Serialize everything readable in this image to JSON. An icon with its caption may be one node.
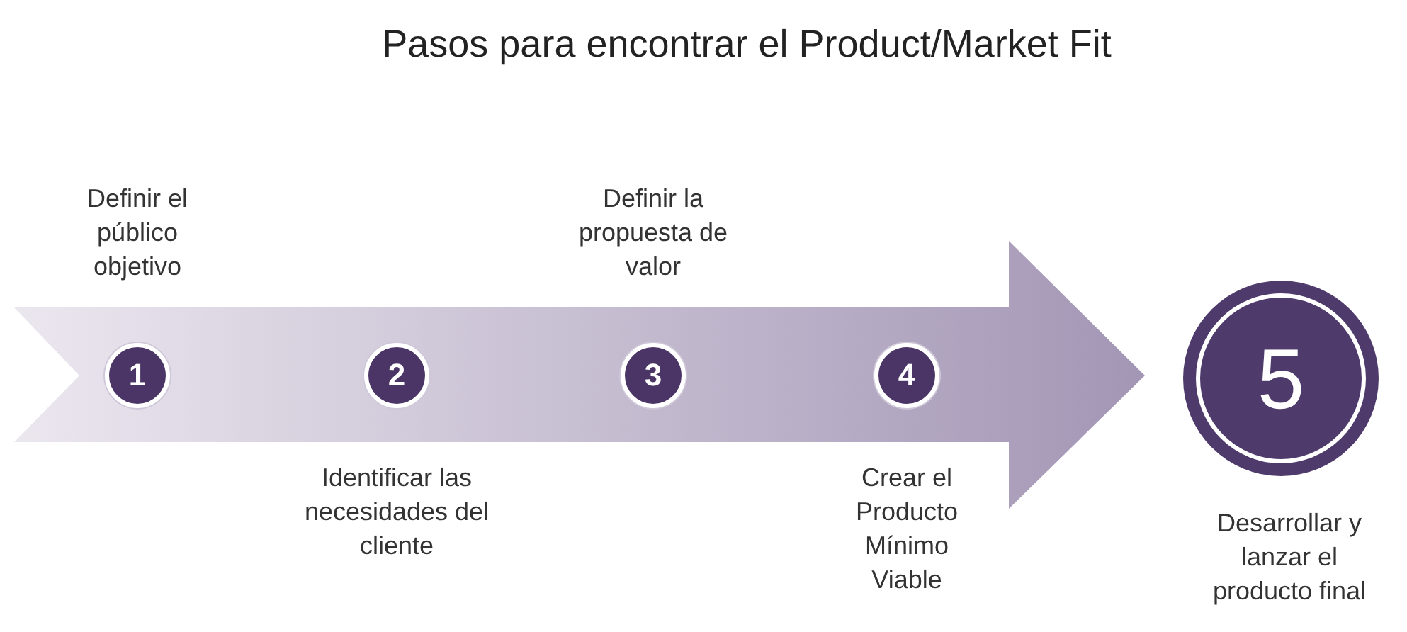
{
  "diagram": {
    "title": "Pasos para encontrar el Product/Market Fit",
    "nodes": [
      {
        "text": [],
        "shape": "arrow"
      },
      {
        "text": [
          "1"
        ],
        "beside": [
          "Definir el público objetivo"
        ],
        "in": 0
      },
      {
        "text": [
          "2"
        ],
        "beside": [
          "Identificar las necesidades del cliente"
        ],
        "in": 0
      },
      {
        "text": [
          "3"
        ],
        "beside": [
          "Definir la propuesta de valor"
        ],
        "in": 0
      },
      {
        "text": [
          "4"
        ],
        "beside": [
          "Crear el Producto Mínimo Viable"
        ],
        "in": 0
      },
      {
        "text": [
          "5"
        ],
        "beside": [
          "Desarrollar y lanzar el producto final"
        ]
      }
    ]
  }
}
